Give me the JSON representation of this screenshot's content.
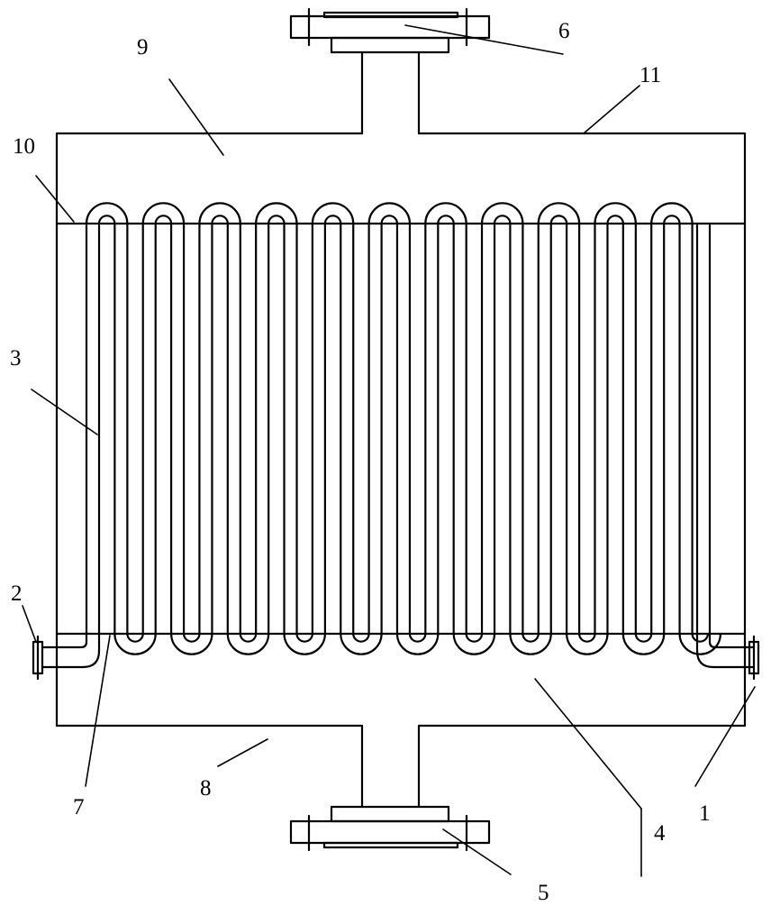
{
  "colors": {
    "line": "#000000",
    "background": "#ffffff"
  },
  "labels": {
    "l1": "1",
    "l2": "2",
    "l3": "3",
    "l4": "4",
    "l5": "5",
    "l6": "6",
    "l7": "7",
    "l8": "8",
    "l9": "9",
    "l10": "10",
    "l11": "11"
  }
}
